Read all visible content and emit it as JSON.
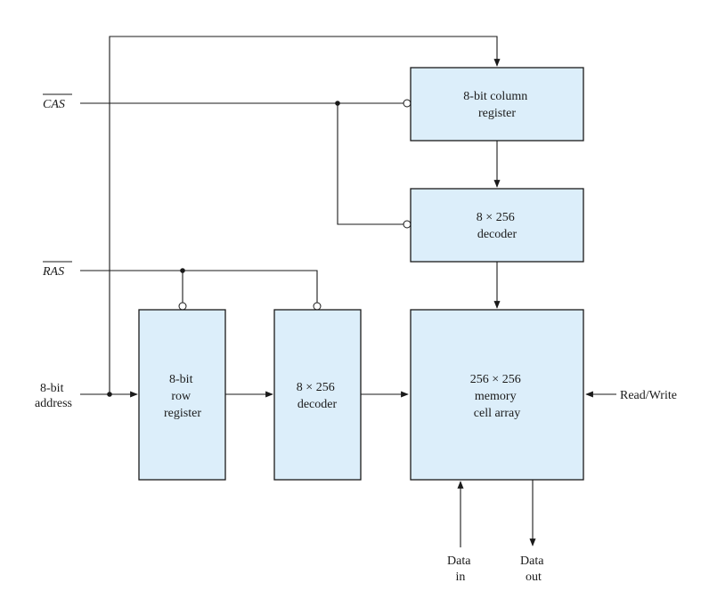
{
  "diagram": {
    "blocks": {
      "column_register": [
        "8-bit column",
        "register"
      ],
      "column_decoder": [
        "8 × 256",
        "decoder"
      ],
      "row_register": [
        "8-bit",
        "row",
        "register"
      ],
      "row_decoder": [
        "8 × 256",
        "decoder"
      ],
      "memory_array": [
        "256 × 256",
        "memory",
        "cell array"
      ]
    },
    "signals": {
      "cas": "CAS",
      "ras": "RAS",
      "address": [
        "8-bit",
        "address"
      ],
      "read_write": "Read/Write",
      "data_in": [
        "Data",
        "in"
      ],
      "data_out": [
        "Data",
        "out"
      ]
    }
  }
}
